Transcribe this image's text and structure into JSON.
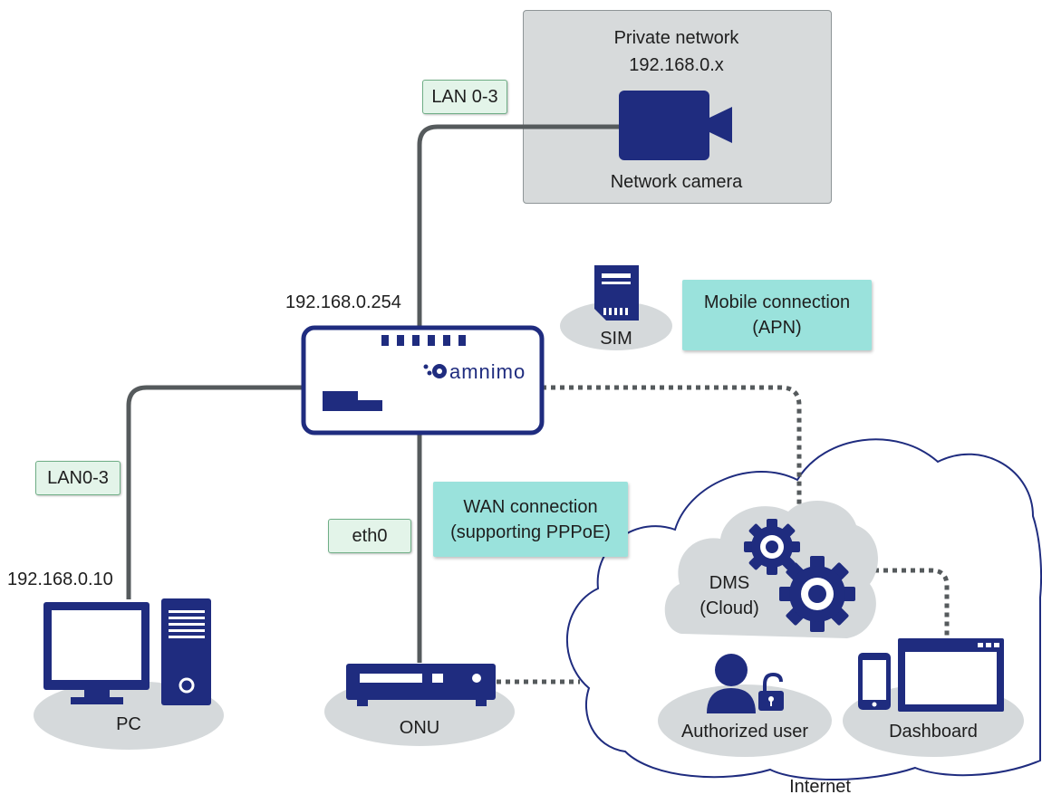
{
  "private_network": {
    "title": "Private network",
    "subnet": "192.168.0.x",
    "device_label": "Network camera"
  },
  "ports": {
    "camera_lan": "LAN 0-3",
    "pc_lan": "LAN0-3",
    "onu_wan": "eth0"
  },
  "router": {
    "ip": "192.168.0.254",
    "brand": "amnimo"
  },
  "sim": {
    "label": "SIM",
    "mobile_line1": "Mobile connection",
    "mobile_line2": "(APN)"
  },
  "wan": {
    "line1": "WAN connection",
    "line2": "(supporting PPPoE)"
  },
  "pc": {
    "ip": "192.168.0.10",
    "label": "PC"
  },
  "onu": {
    "label": "ONU"
  },
  "cloud": {
    "dms_line1": "DMS",
    "dms_line2": "(Cloud)",
    "user_label": "Authorized user",
    "dashboard_label": "Dashboard",
    "internet_label": "Internet"
  },
  "colors": {
    "navy": "#1f2c7f",
    "cable": "#555a5c",
    "node_gray": "#d5d9db",
    "cloud_border": "#1f2c7f",
    "cyan_tag": "#9ae2dc",
    "green_tag": "#e3f4e9"
  }
}
